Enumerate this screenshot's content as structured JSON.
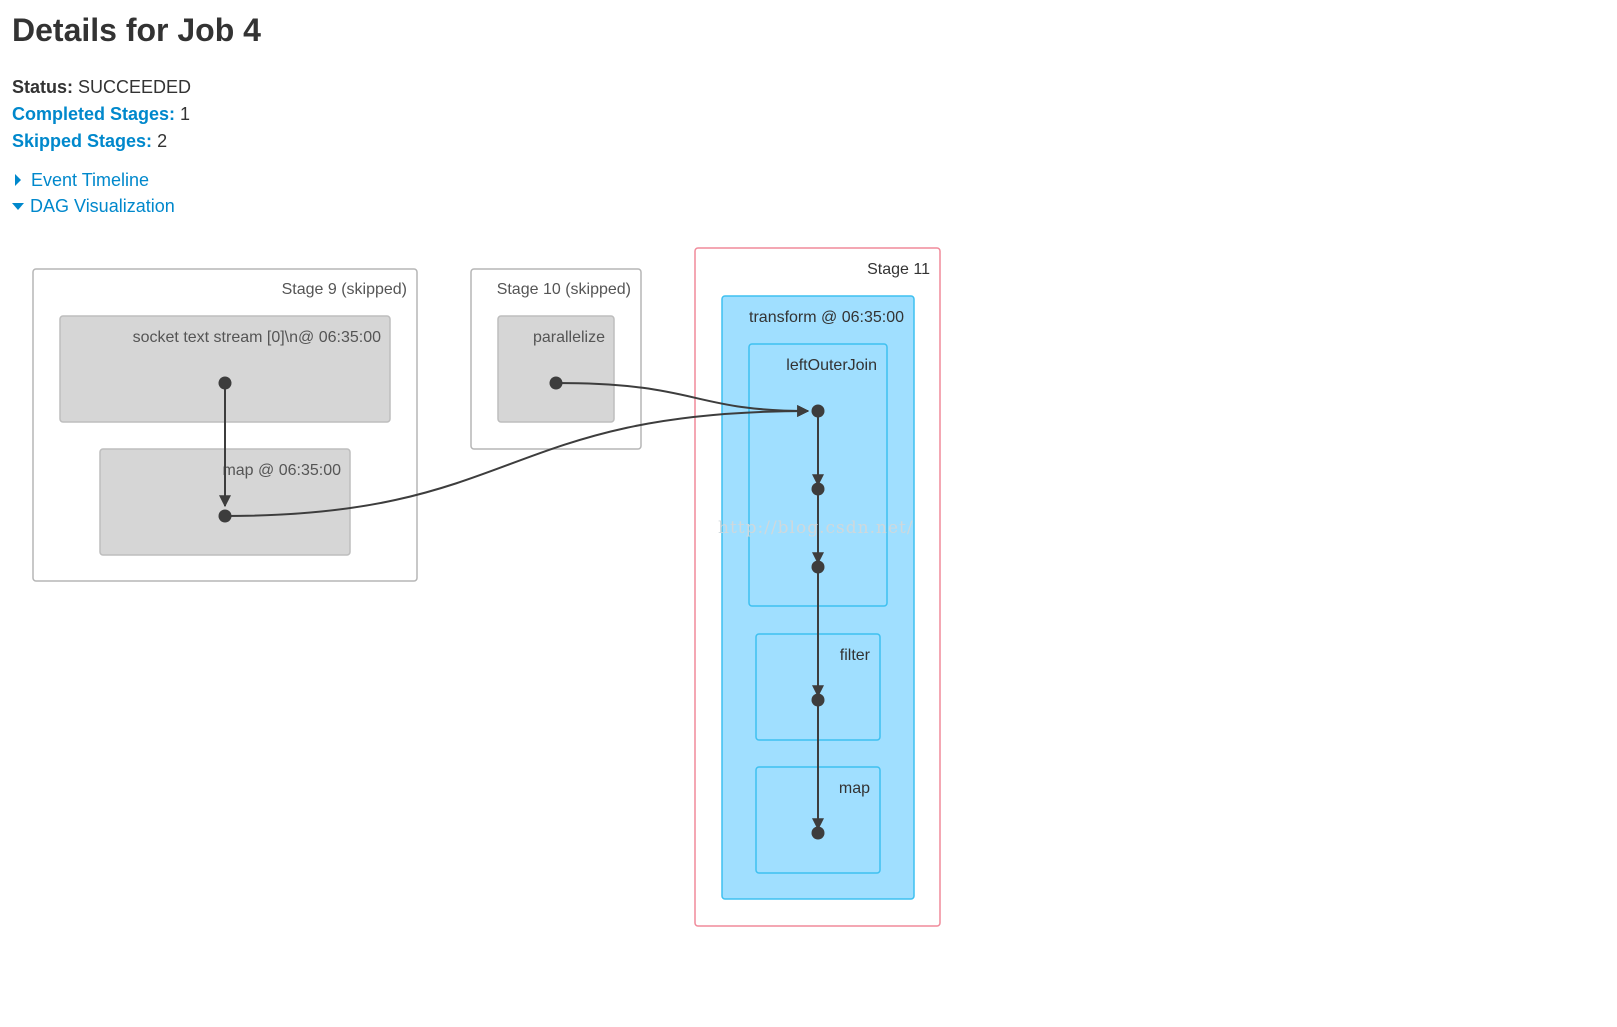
{
  "page": {
    "title": "Details for Job 4"
  },
  "summary": {
    "status_label": "Status:",
    "status_value": "SUCCEEDED",
    "completed_label": "Completed Stages:",
    "completed_value": "1",
    "skipped_label": "Skipped Stages:",
    "skipped_value": "2"
  },
  "toggles": {
    "event_timeline": "Event Timeline",
    "dag_visualization": "DAG Visualization"
  },
  "dag": {
    "stage9": {
      "label": "Stage 9 (skipped)",
      "socket_text_stream": "socket text stream [0]\\n@ 06:35:00",
      "map": "map @ 06:35:00"
    },
    "stage10": {
      "label": "Stage 10 (skipped)",
      "parallelize": "parallelize"
    },
    "stage11": {
      "label": "Stage 11",
      "transform": "transform @ 06:35:00",
      "left_outer_join": "leftOuterJoin",
      "filter": "filter",
      "map": "map"
    },
    "watermark": "http://blog.csdn.net/"
  },
  "colors": {
    "link": "#0088cc",
    "skipped_stage_border": "#b5b5b5",
    "skipped_cluster_fill": "#d6d6d6",
    "active_stage_border": "#f08a9a",
    "active_cluster_fill": "#a0dfff",
    "active_cluster_border": "#3ec0f0",
    "node": "#3d3d3d"
  }
}
